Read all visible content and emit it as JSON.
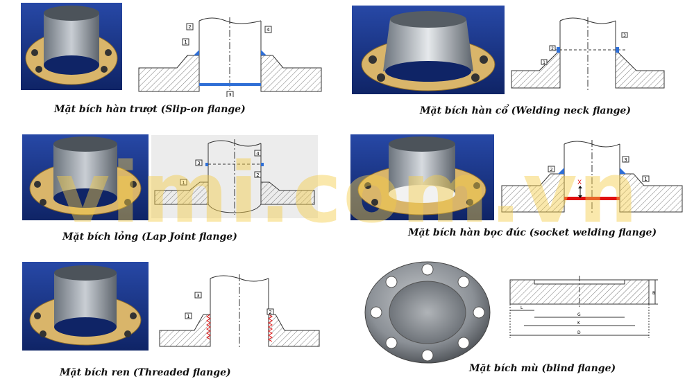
{
  "captions": {
    "slip_on": "Mặt bích hàn trượt (Slip-on flange)",
    "welding_neck": "Mặt bích hàn cổ (Welding neck flange)",
    "lap_joint": "Mặt bích lỏng (Lap Joint flange)",
    "socket": "Mặt bích hàn bọc đúc (socket welding flange)",
    "threaded": "Mặt bích ren (Threaded flange)",
    "blind": "Mặt bích mù (blind flange)"
  },
  "labels": {
    "one": "1",
    "two": "2",
    "three": "3",
    "four": "4",
    "x": "X",
    "B": "B",
    "G": "G",
    "K": "K",
    "D": "D",
    "L": "L"
  },
  "watermark": "vimi.com.vn",
  "colors": {
    "photo_bg": "#1f3c8f",
    "brass": "#d9b56a",
    "steel": "#9aa3ad",
    "weld": "#2f6fd6",
    "socket_red": "#e01010",
    "watermark": "#f5cd46"
  }
}
